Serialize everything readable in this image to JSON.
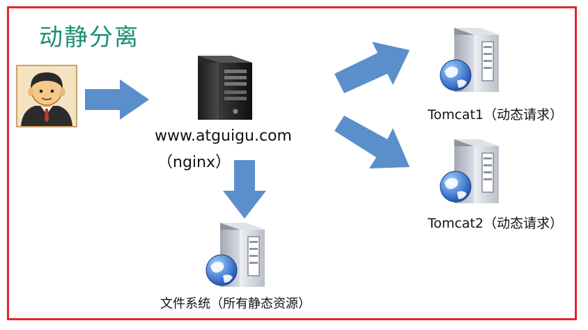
{
  "title": "动静分离",
  "nginx": {
    "host": "www.atguigu.com",
    "name": "（nginx）"
  },
  "servers": [
    {
      "label": "Tomcat1（动态请求）"
    },
    {
      "label": "Tomcat2（动态请求）"
    }
  ],
  "storage": {
    "label": "文件系统（所有静态资源）"
  },
  "colors": {
    "frame": "#e0262b",
    "title": "#1a8f72",
    "arrow": "#5b8fcb"
  }
}
